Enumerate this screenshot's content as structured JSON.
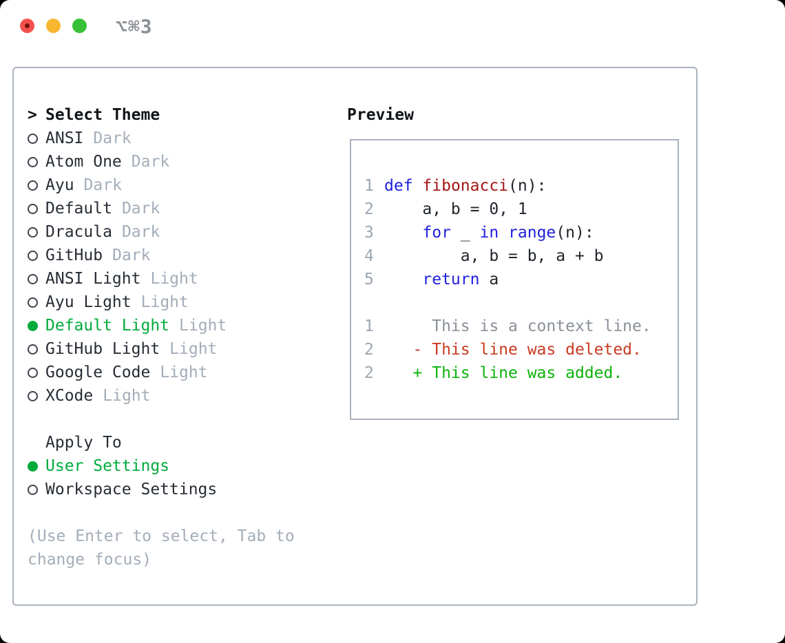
{
  "window": {
    "title": "⌥⌘3",
    "controls": [
      "close",
      "minimize",
      "zoom"
    ]
  },
  "theme_list": {
    "prompt": ">",
    "header": "Select Theme",
    "items": [
      {
        "name": "ANSI",
        "tag": "Dark",
        "selected": false
      },
      {
        "name": "Atom One",
        "tag": "Dark",
        "selected": false
      },
      {
        "name": "Ayu",
        "tag": "Dark",
        "selected": false
      },
      {
        "name": "Default",
        "tag": "Dark",
        "selected": false
      },
      {
        "name": "Dracula",
        "tag": "Dark",
        "selected": false
      },
      {
        "name": "GitHub",
        "tag": "Dark",
        "selected": false
      },
      {
        "name": "ANSI Light",
        "tag": "Light",
        "selected": false
      },
      {
        "name": "Ayu Light",
        "tag": "Light",
        "selected": false
      },
      {
        "name": "Default Light",
        "tag": "Light",
        "selected": true
      },
      {
        "name": "GitHub Light",
        "tag": "Light",
        "selected": false
      },
      {
        "name": "Google Code",
        "tag": "Light",
        "selected": false
      },
      {
        "name": "XCode",
        "tag": "Light",
        "selected": false
      }
    ]
  },
  "apply_to": {
    "header": "Apply To",
    "items": [
      {
        "name": "User Settings",
        "selected": true
      },
      {
        "name": "Workspace Settings",
        "selected": false
      }
    ]
  },
  "hint": "(Use Enter to select, Tab to change focus)",
  "preview": {
    "header": "Preview",
    "code_lines": [
      {
        "n": "1",
        "seg": [
          [
            "def",
            "kw"
          ],
          [
            " ",
            "pl"
          ],
          [
            "fibonacci",
            "fn"
          ],
          [
            "(n):",
            "pl"
          ]
        ]
      },
      {
        "n": "2",
        "seg": [
          [
            "    a, b = 0, 1",
            "pl"
          ]
        ]
      },
      {
        "n": "3",
        "seg": [
          [
            "    ",
            "pl"
          ],
          [
            "for",
            "kw"
          ],
          [
            " _ ",
            "pl"
          ],
          [
            "in",
            "kw"
          ],
          [
            " ",
            "pl"
          ],
          [
            "range",
            "kw"
          ],
          [
            "(n):",
            "pl"
          ]
        ]
      },
      {
        "n": "4",
        "seg": [
          [
            "        a, b = b, a + b",
            "pl"
          ]
        ]
      },
      {
        "n": "5",
        "seg": [
          [
            "    ",
            "pl"
          ],
          [
            "return",
            "kw"
          ],
          [
            " a",
            "pl"
          ]
        ]
      },
      {
        "n": "",
        "seg": []
      },
      {
        "n": "1",
        "seg": [
          [
            "     This is a context line.",
            "ctx"
          ]
        ]
      },
      {
        "n": "2",
        "seg": [
          [
            "   - This line was deleted.",
            "del"
          ]
        ]
      },
      {
        "n": "2",
        "seg": [
          [
            "   + This line was added.",
            "add"
          ]
        ]
      }
    ]
  },
  "colors": {
    "background": "#ffffff",
    "page_backdrop": "#000000",
    "border": "#a9b2bd",
    "heading_text": "#101418",
    "text": "#272d35",
    "muted": "#a3adb9",
    "green": "#00ab3c",
    "ring": "#3d434b",
    "line_num": "#9ca6b2",
    "kw": "#2020dd",
    "fn": "#a31515",
    "code_text": "#1f242b",
    "ctx": "#8a9099",
    "del": "#c93a20",
    "add": "#0cb30c",
    "title_text": "#8a9096",
    "tl_red": "#f4514e",
    "tl_red_dot": "#7c120b",
    "tl_yellow": "#f7b731",
    "tl_green": "#38c138"
  }
}
